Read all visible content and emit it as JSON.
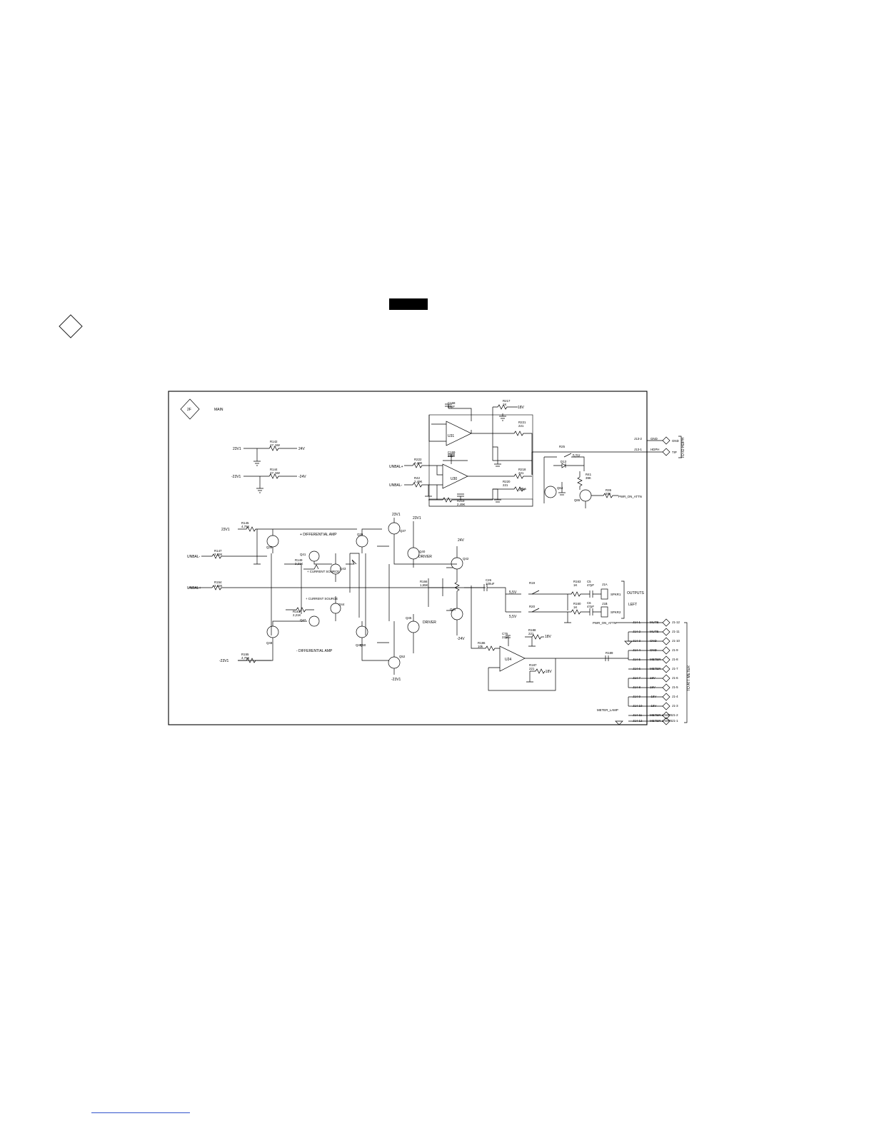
{
  "sheet": {
    "badge": "2F",
    "title": "MAIN"
  },
  "opamps": {
    "u31": "U31",
    "u30": "U30",
    "u24": "U24"
  },
  "input_labels": {
    "unbal_plus": "UNBAL+",
    "unbal_minus": "UNBAL-"
  },
  "stage_labels": {
    "diff_amp_plus": "+ DIFFERENTIAL AMP",
    "diff_amp_minus": "- DIFFERENTIAL AMP",
    "current_source_plus": "+ CURRENT SOURCE",
    "current_source_minus": "+ CURRENT SOURCE",
    "driver_1": "DRIVER",
    "driver_2": "DRIVER",
    "outputs": "OUTPUTS",
    "left": "LEFT",
    "to_att_meter": "TO ATT METER",
    "to_io_hdph": "TO IO HDPH"
  },
  "supply_labels": {
    "p23v1": "23V1",
    "m23v1": "-23V1",
    "p24v": "24V",
    "m24v": "-24V",
    "p18v": "18V",
    "m18v": "-18V",
    "p5v": "5,5V"
  },
  "headphone_connector": [
    {
      "pin": "J13-2",
      "label": "GND",
      "pad": "GND"
    },
    {
      "pin": "J13-1",
      "label": "HDPH",
      "pad": "TIP"
    }
  ],
  "speaker_outputs": [
    {
      "pin": "J1A",
      "label": "SPKR1"
    },
    {
      "pin": "J1B",
      "label": "SPKR2"
    }
  ],
  "meter_connector": [
    {
      "pin": "J14-1",
      "label": "MUTE",
      "ref": "J1-12"
    },
    {
      "pin": "J14-2",
      "label": "MUTE",
      "ref": "J1-11"
    },
    {
      "pin": "J14-3",
      "label": "GND",
      "ref": "J1-10"
    },
    {
      "pin": "J14-4",
      "label": "GND",
      "ref": "J1-9"
    },
    {
      "pin": "J14-5",
      "label": "METER",
      "ref": "J1-8"
    },
    {
      "pin": "J14-6",
      "label": "METER",
      "ref": "J1-7"
    },
    {
      "pin": "J14-7",
      "label": "18V",
      "ref": "J1-6"
    },
    {
      "pin": "J14-8",
      "label": "18V",
      "ref": "J1-5"
    },
    {
      "pin": "J14-9",
      "label": "-18V",
      "ref": "J1-4"
    },
    {
      "pin": "J14-10",
      "label": "-18V",
      "ref": "J1-3"
    },
    {
      "pin": "J14-11",
      "label": "METER LAMPS",
      "ref": "J1-2"
    },
    {
      "pin": "J14-12",
      "label": "METER LAMPS",
      "ref": "J1-1"
    }
  ],
  "net_labels": {
    "pwr_on_attn_1": "PWR_ON_ATTN",
    "pwr_on_attn_2": "PWR_ON_ATTN",
    "meter_lamp": "METER_LAMP"
  },
  "components": [
    {
      "ref": "C168",
      "value": "22pF"
    },
    {
      "ref": "R217",
      "value": "1K"
    },
    {
      "ref": "R221",
      "value": "221"
    },
    {
      "ref": "C169",
      "value": "22pF"
    },
    {
      "ref": "R222",
      "value": "2,49K"
    },
    {
      "ref": "R42",
      "value": "2,49K"
    },
    {
      "ref": "R218",
      "value": "221"
    },
    {
      "ref": "R220",
      "value": "221"
    },
    {
      "ref": "R219",
      "value": "2,49K"
    },
    {
      "ref": "R25",
      "value": ""
    },
    {
      "ref": "D13",
      "value": ""
    },
    {
      "ref": "R41",
      "value": "39K"
    },
    {
      "ref": "R35",
      "value": "20K"
    },
    {
      "ref": "Q64",
      "value": ""
    },
    {
      "ref": "Q65",
      "value": ""
    },
    {
      "ref": "R142",
      "value": "47,.5W"
    },
    {
      "ref": "R144",
      "value": "47,.5W"
    },
    {
      "ref": "R145",
      "value": "4,75K"
    },
    {
      "ref": "R147",
      "value": "3,32K"
    },
    {
      "ref": "R154",
      "value": "3,32K"
    },
    {
      "ref": "R149",
      "value": "2,21K"
    },
    {
      "ref": "R151",
      "value": "2,21K"
    },
    {
      "ref": "R155",
      "value": "4,75K"
    },
    {
      "ref": "R166",
      "value": "1,65K"
    },
    {
      "ref": "C26",
      "value": "100uF"
    },
    {
      "ref": "R19",
      "value": ""
    },
    {
      "ref": "R20",
      "value": ""
    },
    {
      "ref": "R163",
      "value": "1K"
    },
    {
      "ref": "R160",
      "value": "1K"
    },
    {
      "ref": "C5",
      "value": "47pF"
    },
    {
      "ref": "C6",
      "value": "47pF"
    },
    {
      "ref": "R186",
      "value": "10k"
    },
    {
      "ref": "C76",
      "value": "22pF"
    },
    {
      "ref": "R188",
      "value": "221"
    },
    {
      "ref": "R187",
      "value": "221"
    },
    {
      "ref": "R189",
      "value": ""
    },
    {
      "ref": "Q37",
      "value": ""
    },
    {
      "ref": "Q38",
      "value": ""
    },
    {
      "ref": "Q39",
      "value": ""
    },
    {
      "ref": "Q40",
      "value": ""
    },
    {
      "ref": "Q41",
      "value": ""
    },
    {
      "ref": "Q42",
      "value": ""
    },
    {
      "ref": "Q43",
      "value": ""
    },
    {
      "ref": "Q44",
      "value": ""
    },
    {
      "ref": "Q45",
      "value": ""
    },
    {
      "ref": "Q46",
      "value": ""
    },
    {
      "ref": "Q47",
      "value": ""
    },
    {
      "ref": "Q48",
      "value": ""
    },
    {
      "ref": "Q49",
      "value": ""
    },
    {
      "ref": "Q50",
      "value": ""
    },
    {
      "ref": "Q52",
      "value": ""
    }
  ]
}
